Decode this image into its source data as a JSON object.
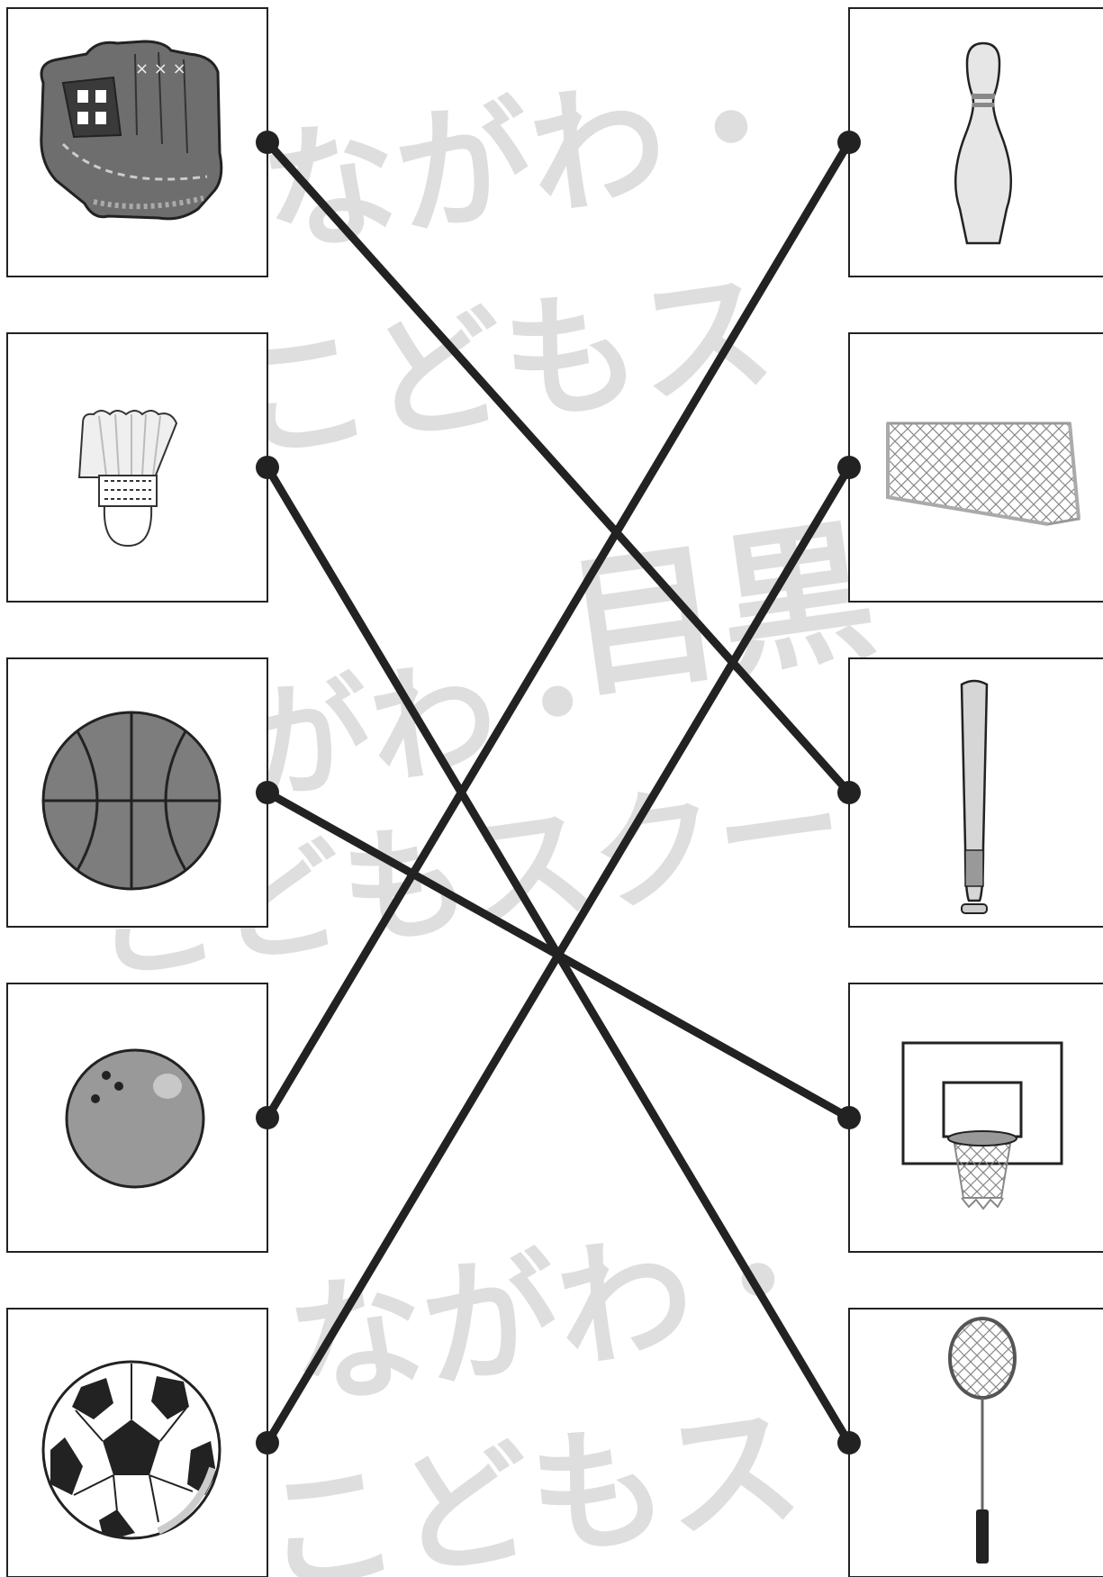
{
  "worksheet": {
    "watermark": {
      "lines": [
        "ながわ・",
        "こどもス",
        "目黒",
        "がわ・",
        "こどもスクー",
        "ながわ・",
        "こどもス"
      ],
      "color": "#dedede"
    },
    "left_items": [
      {
        "icon": "baseball-glove-icon",
        "label": "glove"
      },
      {
        "icon": "shuttlecock-icon",
        "label": "shuttlecock"
      },
      {
        "icon": "basketball-icon",
        "label": "basketball"
      },
      {
        "icon": "bowling-ball-icon",
        "label": "bowling ball"
      },
      {
        "icon": "soccer-ball-icon",
        "label": "soccer ball"
      }
    ],
    "right_items": [
      {
        "icon": "bowling-pin-icon",
        "label": "bowling pin"
      },
      {
        "icon": "soccer-goal-icon",
        "label": "soccer goal"
      },
      {
        "icon": "baseball-bat-icon",
        "label": "baseball bat"
      },
      {
        "icon": "basketball-hoop-icon",
        "label": "basketball hoop"
      },
      {
        "icon": "badminton-racket-icon",
        "label": "badminton racket"
      }
    ],
    "connections": [
      {
        "from": 0,
        "to": 2
      },
      {
        "from": 1,
        "to": 4
      },
      {
        "from": 2,
        "to": 3
      },
      {
        "from": 3,
        "to": 0
      },
      {
        "from": 4,
        "to": 1
      }
    ],
    "line_color": "#222222"
  }
}
